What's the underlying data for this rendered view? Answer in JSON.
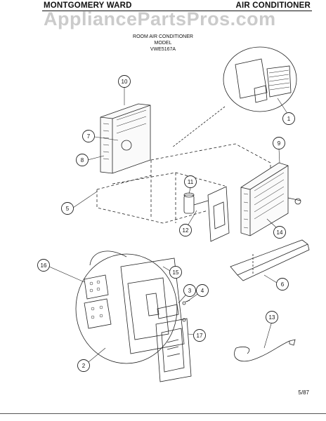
{
  "header": {
    "brand": "MONTGOMERY WARD",
    "product": "AIR CONDITIONER"
  },
  "subtitle": {
    "line1": "ROOM AIR CONDITIONER",
    "line2": "MODEL",
    "line3": "VWE5167A"
  },
  "watermark": "AppliancePartsPros.com",
  "callouts": [
    {
      "id": "callout-10",
      "label": "10"
    },
    {
      "id": "callout-7",
      "label": "7"
    },
    {
      "id": "callout-8",
      "label": "8"
    },
    {
      "id": "callout-5",
      "label": "5"
    },
    {
      "id": "callout-11",
      "label": "11"
    },
    {
      "id": "callout-12",
      "label": "12"
    },
    {
      "id": "callout-1",
      "label": "1"
    },
    {
      "id": "callout-9",
      "label": "9"
    },
    {
      "id": "callout-14",
      "label": "14"
    },
    {
      "id": "callout-6",
      "label": "6"
    },
    {
      "id": "callout-16",
      "label": "16"
    },
    {
      "id": "callout-15",
      "label": "15"
    },
    {
      "id": "callout-3",
      "label": "3"
    },
    {
      "id": "callout-4",
      "label": "4"
    },
    {
      "id": "callout-17",
      "label": "17"
    },
    {
      "id": "callout-2",
      "label": "2"
    },
    {
      "id": "callout-13",
      "label": "13"
    }
  ],
  "footer": {
    "date": "5/87"
  }
}
